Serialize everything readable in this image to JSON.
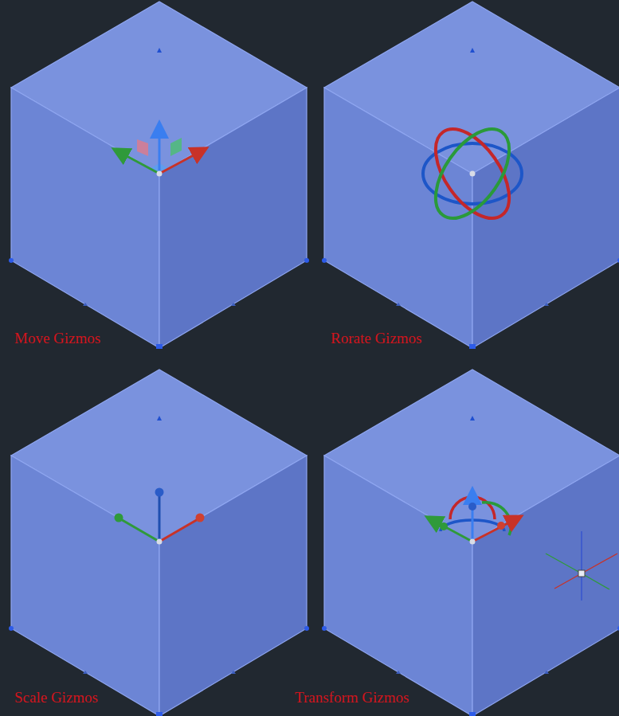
{
  "diagram": {
    "labels": [
      "Move Gizmos",
      "Rorate Gizmos",
      "Scale Gizmos",
      "Transform Gizmos"
    ]
  }
}
